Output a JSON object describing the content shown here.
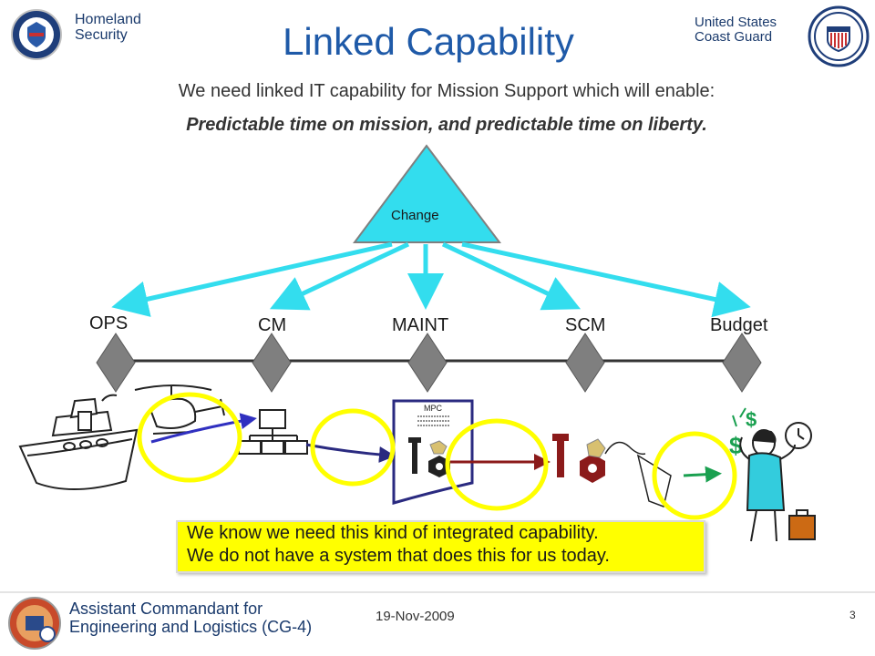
{
  "header": {
    "left_line1": "Homeland",
    "left_line2": "Security",
    "right_line1": "United States",
    "right_line2": "Coast Guard"
  },
  "title": "Linked Capability",
  "subtitle": "We need linked IT capability for Mission Support which will enable:",
  "emphasis": "Predictable time on mission, and predictable time on liberty.",
  "triangle_label": "Change",
  "nodes": [
    "OPS",
    "CM",
    "MAINT",
    "SCM",
    "Budget"
  ],
  "document_label": "MPC",
  "callout": {
    "line1": "We know we need this kind of integrated capability.",
    "line2": "We do not have a system that does this for us today."
  },
  "footer": {
    "office_line1": "Assistant Commandant for",
    "office_line2": "Engineering and Logistics (CG-4)",
    "date": "19-Nov-2009",
    "page": "3"
  },
  "colors": {
    "title": "#1f5aa8",
    "triangle": "#33ddee",
    "arrows": "#33ddee",
    "diamond": "#7f7f7f",
    "highlight_circle": "#ffff00",
    "callout_bg": "#ffff00"
  }
}
